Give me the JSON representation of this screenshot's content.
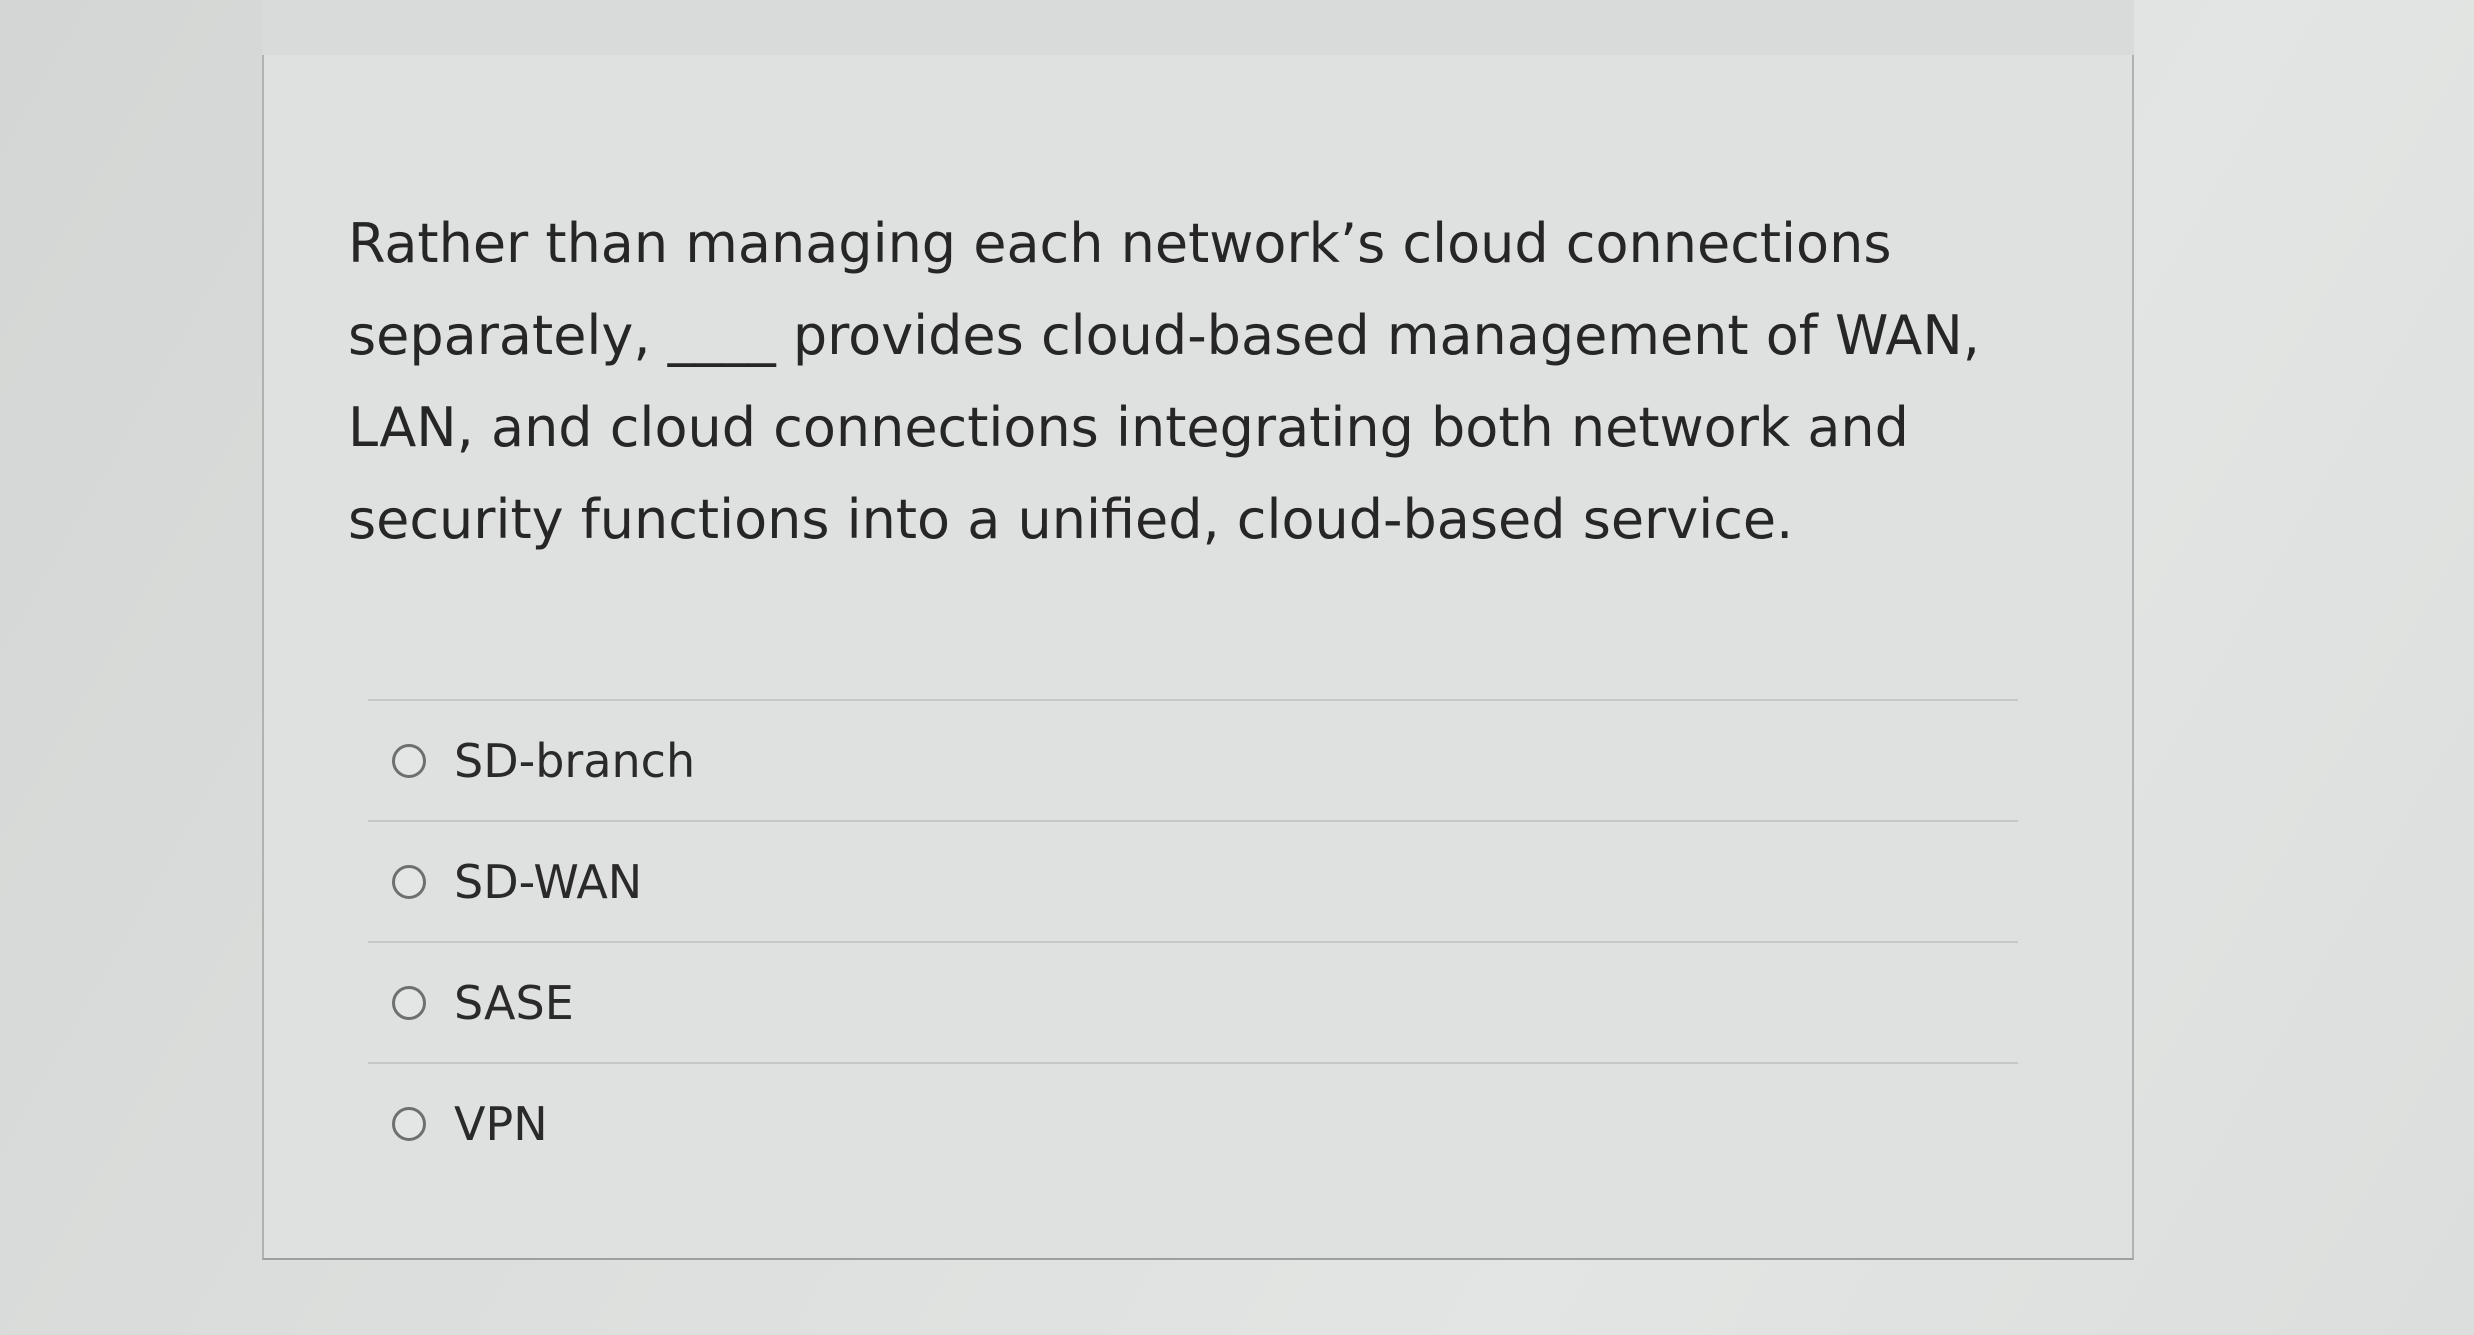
{
  "question": {
    "text": "Rather than managing each network’s cloud connections separately, ____ provides cloud-based management of WAN, LAN, and cloud connections integrating both network and security functions into a unified, cloud-based service."
  },
  "options": [
    {
      "label": "SD-branch",
      "selected": false
    },
    {
      "label": "SD-WAN",
      "selected": false
    },
    {
      "label": "SASE",
      "selected": false
    },
    {
      "label": "VPN",
      "selected": false
    }
  ]
}
